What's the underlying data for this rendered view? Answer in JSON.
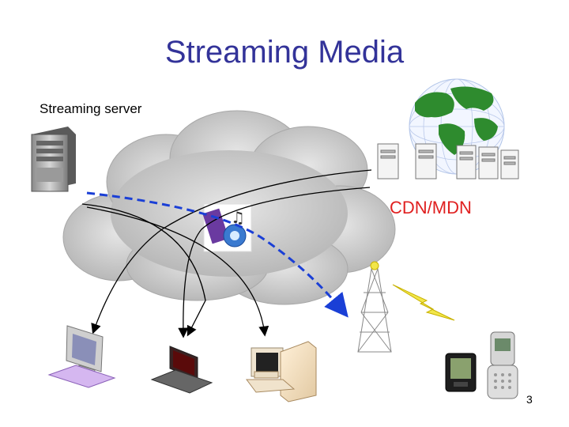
{
  "slide": {
    "title": "Streaming Media",
    "server_label": "Streaming server",
    "cdn_label": "CDN/MDN",
    "page_number": "3"
  },
  "colors": {
    "title": "#333399",
    "cdn_label": "#e02020",
    "stream_path": "#1a3fd6",
    "cloud": "#c8c8c8",
    "globe_land": "#2e8b2e",
    "bolt": "#f2e64a"
  },
  "icons": [
    "server-icon",
    "cloud-icon",
    "globe-icon",
    "cdn-server-icon",
    "media-icon",
    "antenna-tower-icon",
    "lightning-bolt-icon",
    "desktop-monitor-icon",
    "laptop-icon",
    "desktop-pc-icon",
    "pda-icon",
    "cell-phone-icon"
  ]
}
